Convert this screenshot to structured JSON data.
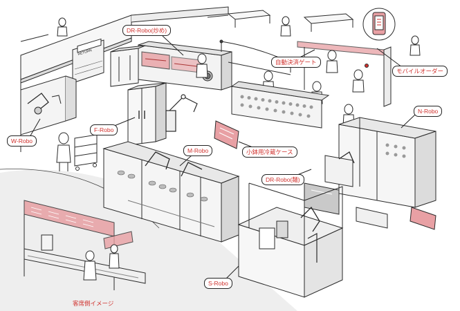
{
  "labels": {
    "dr_robo_stirfry": "DR-Robo(炒め)",
    "auto_payment_gate": "自動決済ゲート",
    "mobile_order": "モバイルオーダー",
    "n_robo": "N-Robo",
    "w_robo": "W-Robo",
    "f_robo": "F-Robo",
    "m_robo": "M-Robo",
    "small_bowl_case": "小鉢用冷蔵ケース",
    "dr_robo_noodle": "DR-Robo(麺)",
    "s_robo": "S-Robo",
    "customer_side_image": "客席側イメージ"
  },
  "signage": {
    "return_sign": "RETURN"
  },
  "colors": {
    "label_text": "#d0312d",
    "line": "#2a2a2a",
    "accent_fill": "#e8a0a4",
    "floor": "#e6e6e6"
  }
}
